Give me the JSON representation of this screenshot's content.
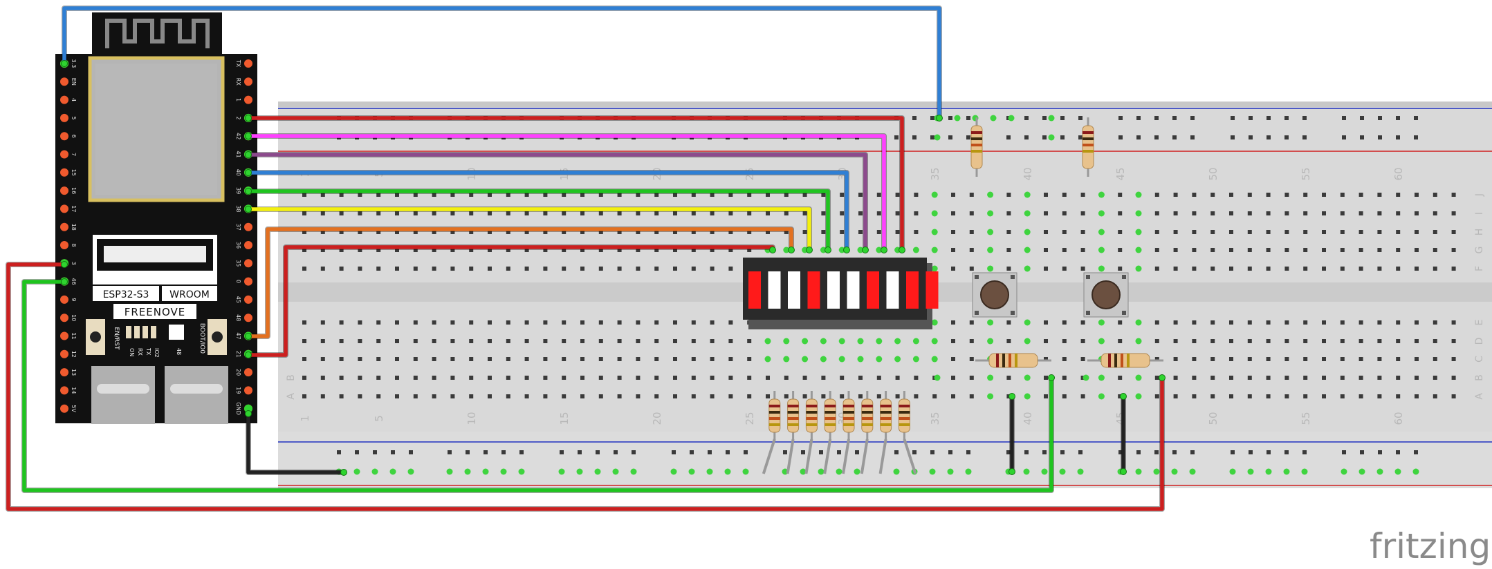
{
  "board": {
    "brand": "FREENOVE",
    "model_left": "ESP32-S3",
    "model_right": "WROOM",
    "button_left_label": "EN/RST",
    "button_right_label": "BOOT/IO0",
    "led_labels": [
      "ON",
      "RX",
      "TX",
      "IO2"
    ],
    "led_extra_label": "48",
    "left_pins": [
      "3.3",
      "EN",
      "4",
      "5",
      "6",
      "7",
      "15",
      "16",
      "17",
      "18",
      "8",
      "3",
      "46",
      "9",
      "10",
      "11",
      "12",
      "13",
      "14",
      "5V"
    ],
    "right_pins": [
      "TX",
      "RX",
      "1",
      "2",
      "42",
      "41",
      "40",
      "39",
      "38",
      "37",
      "36",
      "35",
      "0",
      "45",
      "48",
      "47",
      "21",
      "20",
      "19",
      "GND"
    ]
  },
  "breadboard": {
    "row_letters_top": [
      "J",
      "I",
      "H",
      "G",
      "F"
    ],
    "row_letters_bottom": [
      "E",
      "D",
      "C",
      "B",
      "A"
    ],
    "column_numbers": [
      "1",
      "5",
      "10",
      "15",
      "20",
      "25",
      "30",
      "35",
      "40",
      "45",
      "50",
      "55",
      "60"
    ]
  },
  "components": {
    "led_bar_segments": [
      "red",
      "white",
      "white",
      "red",
      "white",
      "white",
      "red",
      "white",
      "red"
    ],
    "resistor_count": 8,
    "push_buttons": 2,
    "pullup_resistors": 2,
    "series_resistors": 2
  },
  "colors": {
    "wire_red": "#cc1f1f",
    "wire_blue": "#2f7fd4",
    "wire_green": "#1fc41f",
    "wire_yellow": "#f3f00e",
    "wire_orange": "#e37020",
    "wire_purple": "#8c4a8c",
    "wire_magenta": "#ff40ff",
    "wire_black": "#222222",
    "board_black": "#111111",
    "pin_orange": "#f05a2e"
  },
  "watermark": "fritzing"
}
